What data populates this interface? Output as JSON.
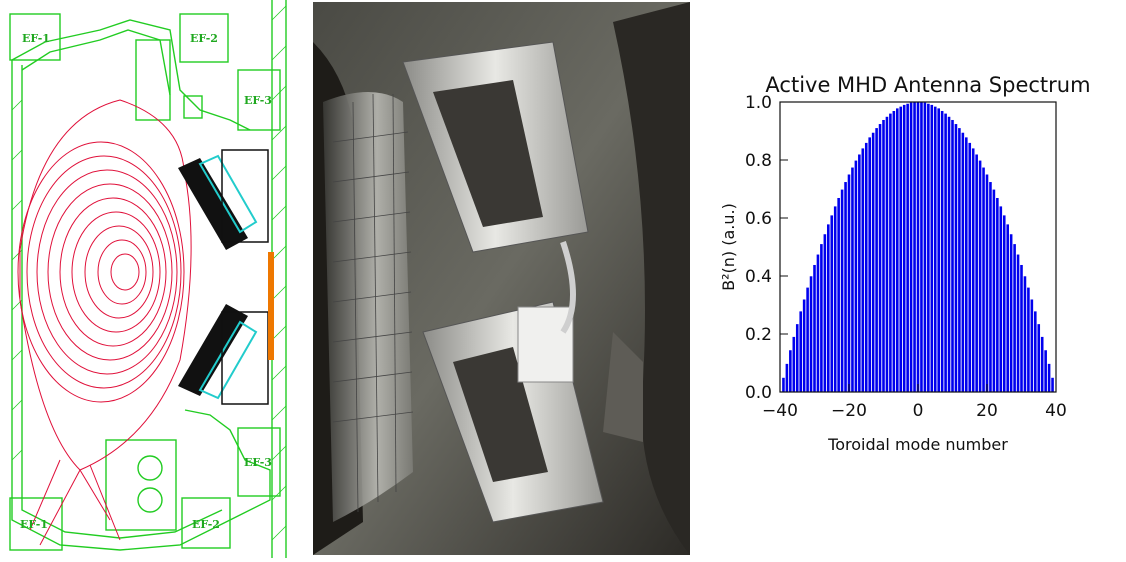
{
  "diagram": {
    "coil_labels": {
      "ef1_top": "EF-1",
      "ef2_top": "EF-2",
      "ef3_top": "EF-3",
      "ef3_bottom": "EF-3",
      "ef1_bottom": "EF-1",
      "ef2_bottom": "EF-2"
    },
    "colors": {
      "structure": "#22cc22",
      "flux": "#e0103a",
      "coil": "#111111",
      "cyan": "#22cccc",
      "orange": "#ee7700"
    }
  },
  "chart_data": {
    "type": "bar",
    "title": "Active MHD Antenna Spectrum",
    "xlabel": "Toroidal mode number",
    "ylabel": "B²(n) (a.u.)",
    "xlim": [
      -40,
      40
    ],
    "ylim": [
      0.0,
      1.0
    ],
    "x_ticks": [
      "−40",
      "−20",
      "0",
      "20",
      "40"
    ],
    "y_ticks": [
      "0.0",
      "0.2",
      "0.4",
      "0.6",
      "0.8",
      "1.0"
    ],
    "x": [
      -40,
      -39,
      -38,
      -37,
      -36,
      -35,
      -34,
      -33,
      -32,
      -31,
      -30,
      -29,
      -28,
      -27,
      -26,
      -25,
      -24,
      -23,
      -22,
      -21,
      -20,
      -19,
      -18,
      -17,
      -16,
      -15,
      -14,
      -13,
      -12,
      -11,
      -10,
      -9,
      -8,
      -7,
      -6,
      -5,
      -4,
      -3,
      -2,
      -1,
      0,
      1,
      2,
      3,
      4,
      5,
      6,
      7,
      8,
      9,
      10,
      11,
      12,
      13,
      14,
      15,
      16,
      17,
      18,
      19,
      20,
      21,
      22,
      23,
      24,
      25,
      26,
      27,
      28,
      29,
      30,
      31,
      32,
      33,
      34,
      35,
      36,
      37,
      38,
      39,
      40
    ],
    "values": [
      0.0,
      0.049,
      0.097,
      0.144,
      0.19,
      0.234,
      0.278,
      0.319,
      0.36,
      0.399,
      0.438,
      0.474,
      0.51,
      0.544,
      0.578,
      0.609,
      0.64,
      0.669,
      0.698,
      0.724,
      0.75,
      0.774,
      0.798,
      0.819,
      0.84,
      0.859,
      0.878,
      0.894,
      0.91,
      0.924,
      0.938,
      0.949,
      0.96,
      0.969,
      0.978,
      0.984,
      0.99,
      0.994,
      0.998,
      0.999,
      1.0,
      0.999,
      0.998,
      0.994,
      0.99,
      0.984,
      0.978,
      0.969,
      0.96,
      0.949,
      0.938,
      0.924,
      0.91,
      0.894,
      0.878,
      0.859,
      0.84,
      0.819,
      0.798,
      0.774,
      0.75,
      0.724,
      0.698,
      0.669,
      0.64,
      0.609,
      0.578,
      0.544,
      0.51,
      0.474,
      0.438,
      0.399,
      0.36,
      0.319,
      0.278,
      0.234,
      0.19,
      0.144,
      0.097,
      0.049,
      0.0
    ],
    "bar_color": "#0000ee",
    "grid": false
  }
}
